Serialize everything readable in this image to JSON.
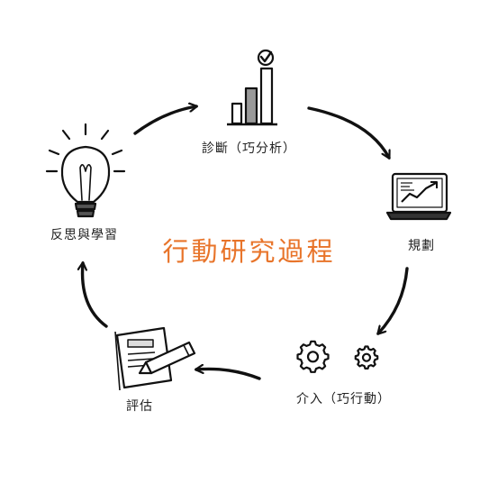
{
  "title": "行動研究過程",
  "accent_color": "#e8742a",
  "stages": [
    {
      "key": "diagnosis",
      "label": "診斷（巧分析）",
      "icon": "bar-chart-check-icon"
    },
    {
      "key": "planning",
      "label": "規劃",
      "icon": "laptop-chart-icon"
    },
    {
      "key": "intervention",
      "label": "介入（巧行動）",
      "icon": "gears-icon"
    },
    {
      "key": "evaluation",
      "label": "評估",
      "icon": "document-pencil-icon"
    },
    {
      "key": "reflection",
      "label": "反思與學習",
      "icon": "lightbulb-icon"
    }
  ]
}
